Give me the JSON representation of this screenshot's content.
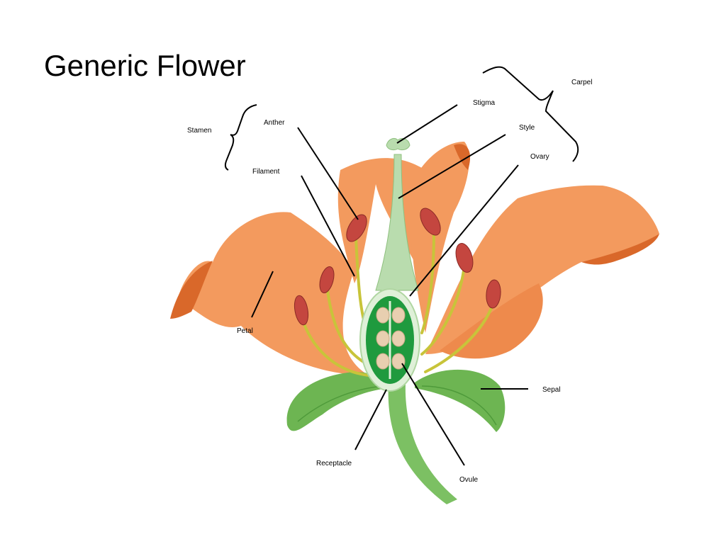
{
  "title": "Generic Flower",
  "labels": {
    "carpel": "Carpel",
    "stigma": "Stigma",
    "style": "Style",
    "ovary": "Ovary",
    "stamen": "Stamen",
    "anther": "Anther",
    "filament": "Filament",
    "petal": "Petal",
    "sepal": "Sepal",
    "receptacle": "Receptacle",
    "ovule": "Ovule"
  },
  "colors": {
    "petal": "#f39a5e",
    "petal_dark": "#d9682a",
    "sepal": "#6db552",
    "stem": "#7cc063",
    "style": "#b9dcae",
    "ovary_outer": "#dff0d8",
    "ovary_inner": "#1f9a3e",
    "ovule": "#e8cfb0",
    "anther": "#c4463f",
    "filament": "#c8c43a"
  }
}
